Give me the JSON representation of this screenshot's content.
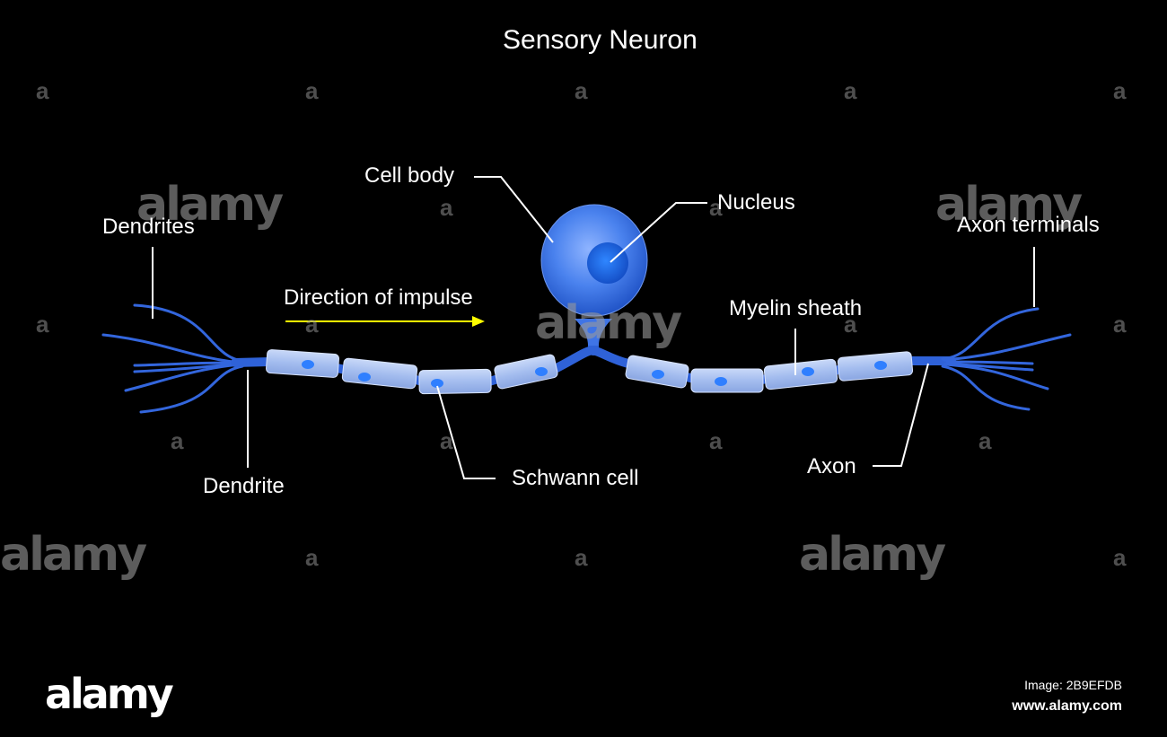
{
  "title": "Sensory Neuron",
  "labels": {
    "cell_body": "Cell body",
    "nucleus": "Nucleus",
    "dendrites": "Dendrites",
    "axon_terminals": "Axon terminals",
    "direction": "Direction of impulse",
    "myelin": "Myelin sheath",
    "dendrite": "Dendrite",
    "schwann": "Schwann cell",
    "axon": "Axon"
  },
  "watermark": {
    "letter": "a",
    "brand": "alamy"
  },
  "footer": {
    "logo": "alamy",
    "image_id": "Image: 2B9EFDB",
    "url": "www.alamy.com"
  },
  "colors": {
    "background": "#000000",
    "neuron_blue": "#2f62d8",
    "myelin_fill": "#a9c2f2",
    "arrow": "#ffff00",
    "leader_line": "#ffffff"
  }
}
